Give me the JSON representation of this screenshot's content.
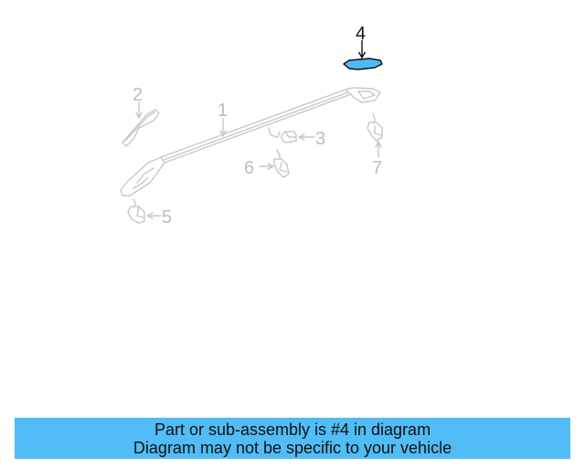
{
  "diagram": {
    "line_color": "#c8c8c8",
    "label_color": "#bdbdbd",
    "highlight_color": "#4fb9f5",
    "highlight_stroke": "#111111",
    "callouts": [
      {
        "number": "1",
        "part": "roof-rail"
      },
      {
        "number": "2",
        "part": "front-end-cover"
      },
      {
        "number": "3",
        "part": "rail-clip"
      },
      {
        "number": "4",
        "part": "rear-end-cover",
        "highlighted": true
      },
      {
        "number": "5",
        "part": "front-support-bracket"
      },
      {
        "number": "6",
        "part": "center-support-bracket"
      },
      {
        "number": "7",
        "part": "rear-support-bracket"
      }
    ]
  },
  "banner": {
    "background": "#51bcf5",
    "line1": "Part or sub-assembly is #4 in diagram",
    "line2": "Diagram may not be specific to your vehicle"
  }
}
